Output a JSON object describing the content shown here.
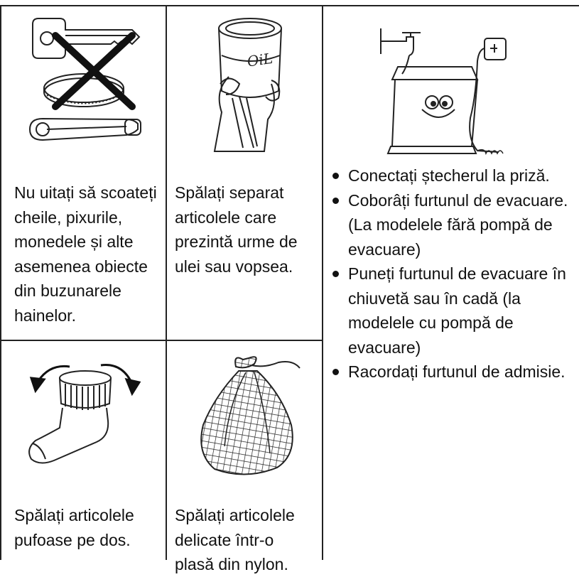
{
  "cells": {
    "remove_items": "Nu uitați să scoateți cheile, pixurile, monedele și alte asemenea obiecte din buzunarele hainelor.",
    "oil_stains": "Spălați separat articolele care prezintă urme de ulei sau vopsea.",
    "fluffy_items": "Spălați articolele pufoase pe dos.",
    "delicate_items": "Spălați articolele delicate într-o plasă din nylon."
  },
  "instructions": [
    "Conectați ștecherul la priză.",
    "Coborâți furtunul de evacuare. (La modelele fără pompă de evacuare)",
    "Puneți furtunul de evacuare în chiuvetă sau în cadă (la modelele cu pompă de evacuare)",
    "Racordați furtunul de admisie."
  ],
  "illustrations": {
    "barrel_label": "OiL"
  },
  "icons": [
    "key-icon",
    "coin-icon",
    "safety-pin-icon",
    "cross-mark-icon",
    "oil-barrel-icon",
    "washing-machine-icon",
    "sock-icon",
    "curved-arrow-icon",
    "mesh-bag-icon"
  ]
}
